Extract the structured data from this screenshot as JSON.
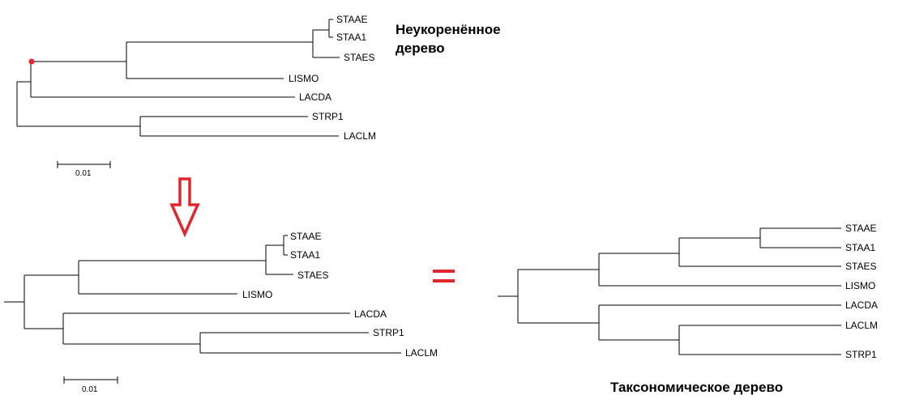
{
  "colors": {
    "accent": "#e0262c",
    "line": "#000000"
  },
  "unrooted": {
    "title_line1": "Неукоренённое",
    "title_line2": "дерево",
    "scale_label": "0.01",
    "leaves": [
      "STAAE",
      "STAA1",
      "STAES",
      "LISMO",
      "LACDA",
      "STRP1",
      "LACLM"
    ],
    "root_marker_icon": "red-dot-icon"
  },
  "arrow": {
    "icon": "down-arrow-icon"
  },
  "equals": {
    "icon": "equals-icon"
  },
  "rooted": {
    "scale_label": "0.01",
    "leaves": [
      "STAAE",
      "STAA1",
      "STAES",
      "LISMO",
      "LACDA",
      "STRP1",
      "LACLM"
    ]
  },
  "taxonomic": {
    "title": "Таксономическое дерево",
    "leaves": [
      "STAAE",
      "STAA1",
      "STAES",
      "LISMO",
      "LACDA",
      "LACLM",
      "STRP1"
    ]
  }
}
